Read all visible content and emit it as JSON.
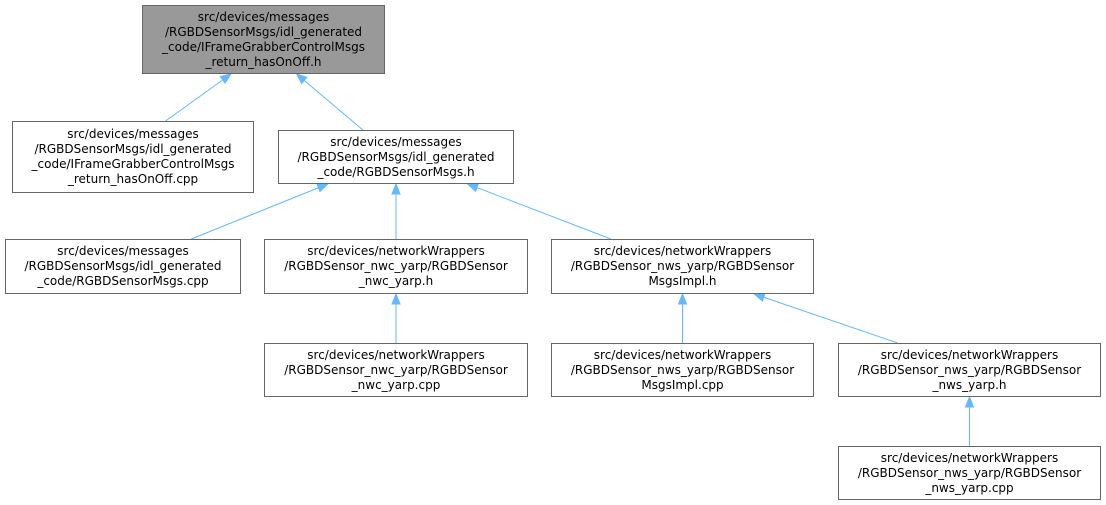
{
  "colors": {
    "edge": "#63b8ff",
    "node_border": "#666666",
    "current_node_fill": "#999999",
    "node_fill": "#ffffff"
  },
  "nodes": [
    {
      "id": "n0",
      "current": true,
      "lines": [
        "src/devices/messages",
        "/RGBDSensorMsgs/idl_generated",
        "_code/IFrameGrabberControlMsgs",
        "_return_hasOnOff.h"
      ]
    },
    {
      "id": "n1",
      "current": false,
      "lines": [
        "src/devices/messages",
        "/RGBDSensorMsgs/idl_generated",
        "_code/IFrameGrabberControlMsgs",
        "_return_hasOnOff.cpp"
      ]
    },
    {
      "id": "n2",
      "current": false,
      "lines": [
        "src/devices/messages",
        "/RGBDSensorMsgs/idl_generated",
        "_code/RGBDSensorMsgs.h"
      ]
    },
    {
      "id": "n3",
      "current": false,
      "lines": [
        "src/devices/messages",
        "/RGBDSensorMsgs/idl_generated",
        "_code/RGBDSensorMsgs.cpp"
      ]
    },
    {
      "id": "n4",
      "current": false,
      "lines": [
        "src/devices/networkWrappers",
        "/RGBDSensor_nwc_yarp/RGBDSensor",
        "_nwc_yarp.h"
      ]
    },
    {
      "id": "n5",
      "current": false,
      "lines": [
        "src/devices/networkWrappers",
        "/RGBDSensor_nws_yarp/RGBDSensor",
        "MsgsImpl.h"
      ]
    },
    {
      "id": "n6",
      "current": false,
      "lines": [
        "src/devices/networkWrappers",
        "/RGBDSensor_nwc_yarp/RGBDSensor",
        "_nwc_yarp.cpp"
      ]
    },
    {
      "id": "n7",
      "current": false,
      "lines": [
        "src/devices/networkWrappers",
        "/RGBDSensor_nws_yarp/RGBDSensor",
        "MsgsImpl.cpp"
      ]
    },
    {
      "id": "n8",
      "current": false,
      "lines": [
        "src/devices/networkWrappers",
        "/RGBDSensor_nws_yarp/RGBDSensor",
        "_nws_yarp.h"
      ]
    },
    {
      "id": "n9",
      "current": false,
      "lines": [
        "src/devices/networkWrappers",
        "/RGBDSensor_nws_yarp/RGBDSensor",
        "_nws_yarp.cpp"
      ]
    }
  ],
  "edges": [
    {
      "from": "n1",
      "to": "n0"
    },
    {
      "from": "n2",
      "to": "n0"
    },
    {
      "from": "n3",
      "to": "n2"
    },
    {
      "from": "n4",
      "to": "n2"
    },
    {
      "from": "n5",
      "to": "n2"
    },
    {
      "from": "n6",
      "to": "n4"
    },
    {
      "from": "n7",
      "to": "n5"
    },
    {
      "from": "n8",
      "to": "n5"
    },
    {
      "from": "n9",
      "to": "n8"
    }
  ]
}
